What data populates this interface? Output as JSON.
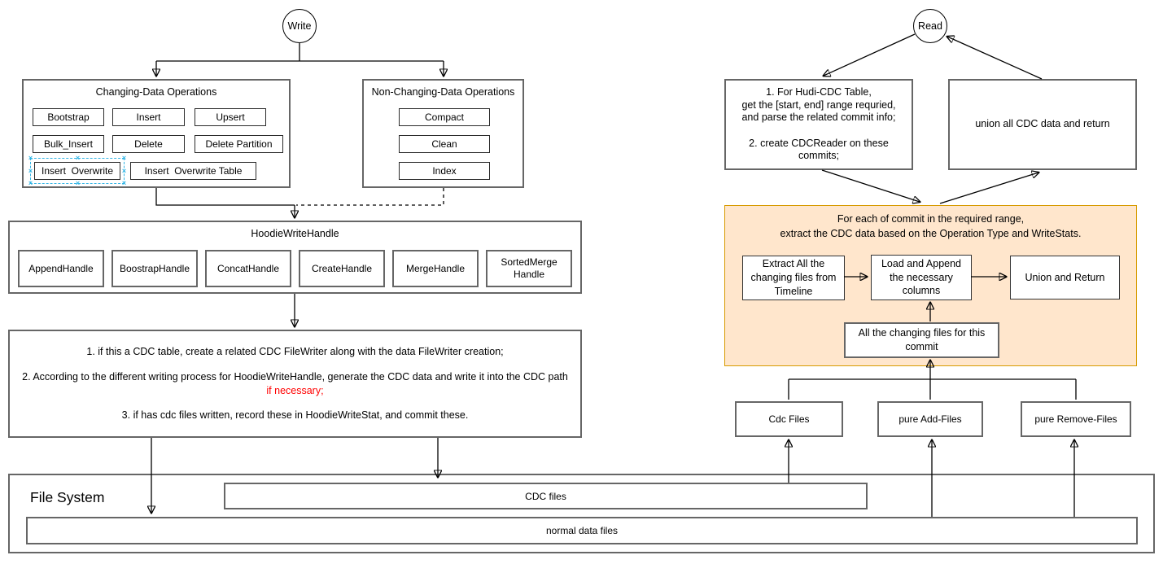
{
  "write_flow": {
    "start_label": "Write",
    "changing_ops": {
      "title": "Changing-Data Operations",
      "row1": [
        "Bootstrap",
        "Insert",
        "Upsert"
      ],
      "row2": [
        "Bulk_Insert",
        "Delete",
        "Delete Partition"
      ],
      "row3": [
        "Insert  Overwrite",
        "Insert  Overwrite Table"
      ],
      "selected": "Insert  Overwrite"
    },
    "non_changing_ops": {
      "title": "Non-Changing-Data Operations",
      "items": [
        "Compact",
        "Clean",
        "Index"
      ]
    },
    "write_handle": {
      "title": "HoodieWriteHandle",
      "handles": [
        "AppendHandle",
        "BoostrapHandle",
        "ConcatHandle",
        "CreateHandle",
        "MergeHandle",
        "SortedMerge Handle"
      ]
    },
    "steps": {
      "line1": "1. if this a CDC table, create a related CDC FileWriter along with the data FileWriter creation;",
      "line2_prefix": "2. According to the different writing process for HoodieWriteHandle, generate the CDC data and write it into the CDC path ",
      "line2_highlight": "if necessary;",
      "line3": "3. if has cdc files written, record these in HoodieWriteStat, and commit these."
    }
  },
  "read_flow": {
    "start_label": "Read",
    "plan_box": "1. For Hudi-CDC Table,\nget the [start, end] range requried,\nand parse the related commit info;\n\n2. create CDCReader on these\ncommits;",
    "union_box": "union all CDC data and return",
    "per_commit": {
      "title_line1": "For each of commit in the required range,",
      "title_line2": "extract the CDC data based on the Operation Type and WriteStats.",
      "extract_box": "Extract All the changing files from Timeline",
      "load_box": "Load and Append the necessary columns",
      "union_box": "Union and Return",
      "changing_files_box": "All the changing files for this commit"
    },
    "file_types": [
      "Cdc Files",
      "pure Add-Files",
      "pure Remove-Files"
    ]
  },
  "file_system": {
    "title": "File System",
    "cdc_bar": "CDC files",
    "normal_bar": "normal data files"
  },
  "colors": {
    "highlight_fill": "#ffe6cc",
    "highlight_border": "#d79b00",
    "selection_blue": "#33b5e5",
    "warning_text": "#ff0000"
  }
}
